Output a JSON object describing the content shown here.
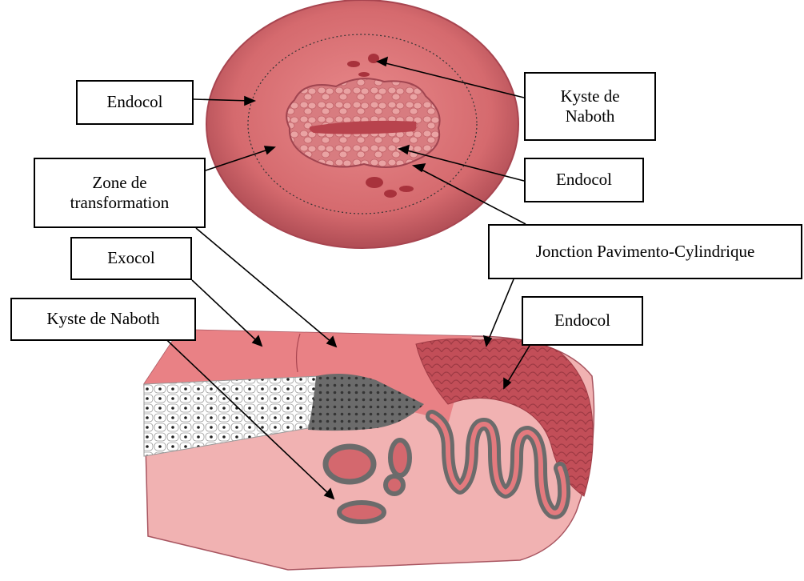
{
  "labels": {
    "endocol_left": "Endocol",
    "kyste_top": "Kyste de\nNaboth",
    "zone_transformation": "Zone de\ntransformation",
    "endocol_right": "Endocol",
    "jonction": "Jonction Pavimento-Cylindrique",
    "exocol": "Exocol",
    "kyste_bottom": "Kyste de Naboth",
    "endocol_bottom": "Endocol"
  },
  "colors": {
    "outline": "#000000",
    "label_bg": "#ffffff",
    "cervix_outer": "#c95c62",
    "cervix_inner": "#e07e80",
    "endocervix": "#c24e58",
    "tissue_light": "#f1b2b2",
    "dark_cell_zone": "#6b6b6b",
    "squamous_zone": "#ffffff"
  }
}
